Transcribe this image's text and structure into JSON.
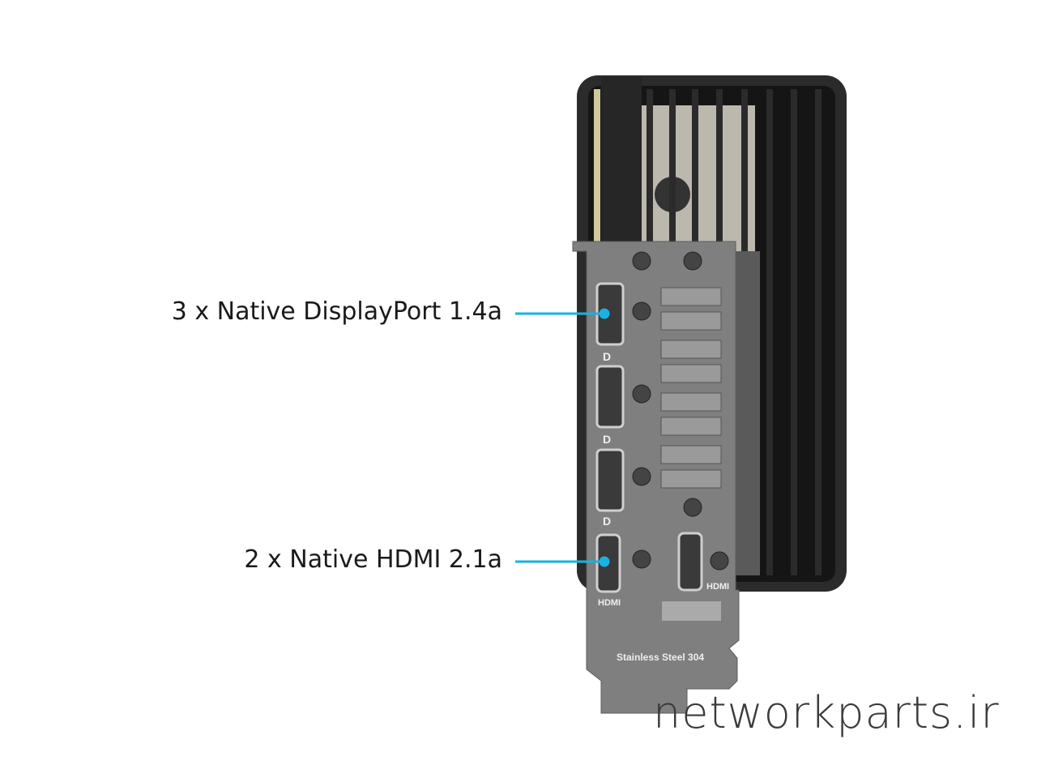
{
  "callouts": [
    {
      "label": "3 x Native DisplayPort 1.4a"
    },
    {
      "label": "2 x Native HDMI 2.1a"
    }
  ],
  "bracket": {
    "dp_marks": [
      "D",
      "D",
      "D"
    ],
    "hdmi_labels": [
      "HDMI",
      "HDMI"
    ],
    "material": "Stainless Steel 304"
  },
  "watermark": "networkparts.ir",
  "colors": {
    "callout_line": "#19b2e3",
    "heatsink": "#2b2b2b",
    "bracket": "#7d7d7d"
  }
}
